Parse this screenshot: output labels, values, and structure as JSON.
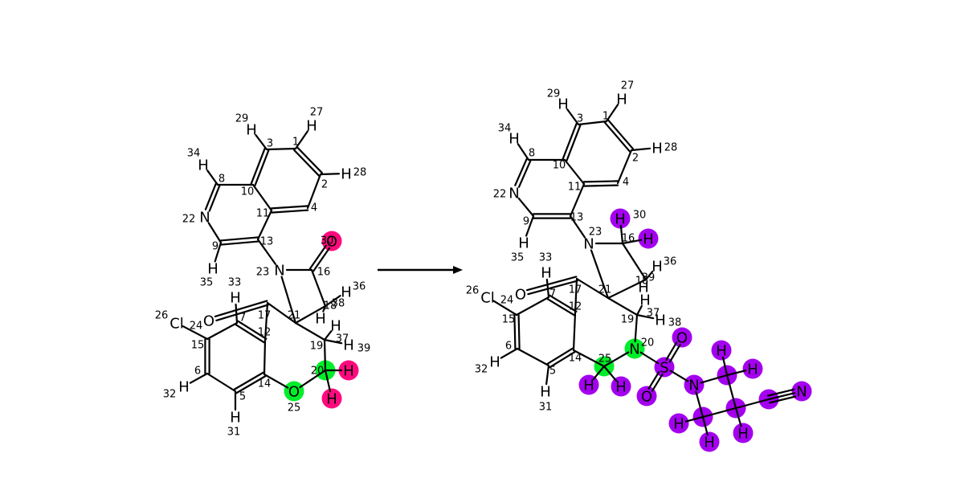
{
  "colors": {
    "bond": "#000000",
    "changed_atom": "#ff0a7e",
    "reaction_center": "#00ee2a",
    "added_group": "#a400f0",
    "arrow": "#000000",
    "background": "#ffffff"
  },
  "reaction": {
    "arrow_label": "",
    "reactant": {
      "atoms": [
        {
          "id": "c1",
          "symbol": "",
          "index": "1"
        },
        {
          "id": "c2",
          "symbol": "",
          "index": "2"
        },
        {
          "id": "c3",
          "symbol": "",
          "index": "3"
        },
        {
          "id": "c4",
          "symbol": "",
          "index": "4"
        },
        {
          "id": "c5",
          "symbol": "",
          "index": "5"
        },
        {
          "id": "c6",
          "symbol": "",
          "index": "6"
        },
        {
          "id": "c7",
          "symbol": "",
          "index": "7"
        },
        {
          "id": "c8",
          "symbol": "",
          "index": "8"
        },
        {
          "id": "c9",
          "symbol": "",
          "index": "9"
        },
        {
          "id": "c10",
          "symbol": "",
          "index": "10"
        },
        {
          "id": "c11",
          "symbol": "",
          "index": "11"
        },
        {
          "id": "c12",
          "symbol": "",
          "index": "12"
        },
        {
          "id": "c13",
          "symbol": "",
          "index": "13"
        },
        {
          "id": "c14",
          "symbol": "",
          "index": "14"
        },
        {
          "id": "c15",
          "symbol": "",
          "index": "15"
        },
        {
          "id": "c16",
          "symbol": "",
          "index": "16"
        },
        {
          "id": "c17",
          "symbol": "",
          "index": "17"
        },
        {
          "id": "c18",
          "symbol": "",
          "index": "18"
        },
        {
          "id": "c19",
          "symbol": "",
          "index": "19"
        },
        {
          "id": "c20",
          "symbol": "",
          "index": "20",
          "highlight": "reaction_center"
        },
        {
          "id": "c21",
          "symbol": "",
          "index": "21"
        },
        {
          "id": "n22",
          "symbol": "N",
          "index": "22"
        },
        {
          "id": "n23",
          "symbol": "N",
          "index": "23"
        },
        {
          "id": "cl24",
          "symbol": "Cl",
          "index": "24"
        },
        {
          "id": "o25",
          "symbol": "O",
          "index": "25",
          "highlight": "reaction_center"
        },
        {
          "id": "o26",
          "symbol": "O",
          "index": "26"
        },
        {
          "id": "h27",
          "symbol": "H",
          "index": "27"
        },
        {
          "id": "h28",
          "symbol": "H",
          "index": "28"
        },
        {
          "id": "h29",
          "symbol": "H",
          "index": "29"
        },
        {
          "id": "o30",
          "symbol": "O",
          "index": "30",
          "highlight": "changed_atom"
        },
        {
          "id": "h31",
          "symbol": "H",
          "index": "31"
        },
        {
          "id": "h32",
          "symbol": "H",
          "index": "32"
        },
        {
          "id": "h33",
          "symbol": "H",
          "index": "33"
        },
        {
          "id": "h34",
          "symbol": "H",
          "index": "34"
        },
        {
          "id": "h35",
          "symbol": "H",
          "index": "35"
        },
        {
          "id": "h36",
          "symbol": "H",
          "index": "36"
        },
        {
          "id": "h37",
          "symbol": "H",
          "index": "37"
        },
        {
          "id": "h38",
          "symbol": "H",
          "index": "38"
        },
        {
          "id": "h39",
          "symbol": "H",
          "index": "39"
        },
        {
          "id": "h20a",
          "symbol": "H",
          "index": "",
          "highlight": "changed_atom"
        },
        {
          "id": "h20b",
          "symbol": "H",
          "index": "",
          "highlight": "changed_atom"
        }
      ]
    },
    "product": {
      "atoms": [
        {
          "id": "c1",
          "symbol": "",
          "index": "1"
        },
        {
          "id": "c2",
          "symbol": "",
          "index": "2"
        },
        {
          "id": "c3",
          "symbol": "",
          "index": "3"
        },
        {
          "id": "c4",
          "symbol": "",
          "index": "4"
        },
        {
          "id": "c5",
          "symbol": "",
          "index": "5"
        },
        {
          "id": "c6",
          "symbol": "",
          "index": "6"
        },
        {
          "id": "c7",
          "symbol": "",
          "index": "7"
        },
        {
          "id": "c8",
          "symbol": "",
          "index": "8"
        },
        {
          "id": "c9",
          "symbol": "",
          "index": "9"
        },
        {
          "id": "c10",
          "symbol": "",
          "index": "10"
        },
        {
          "id": "c11",
          "symbol": "",
          "index": "11"
        },
        {
          "id": "c12",
          "symbol": "",
          "index": "12"
        },
        {
          "id": "c13",
          "symbol": "",
          "index": "13"
        },
        {
          "id": "c14",
          "symbol": "",
          "index": "14"
        },
        {
          "id": "c15",
          "symbol": "",
          "index": "15"
        },
        {
          "id": "c16",
          "symbol": "",
          "index": "16"
        },
        {
          "id": "c17",
          "symbol": "",
          "index": "17"
        },
        {
          "id": "c18",
          "symbol": "",
          "index": "18"
        },
        {
          "id": "c19",
          "symbol": "",
          "index": "19"
        },
        {
          "id": "n20",
          "symbol": "N",
          "index": "20",
          "highlight": "reaction_center"
        },
        {
          "id": "c21",
          "symbol": "",
          "index": "21"
        },
        {
          "id": "n22",
          "symbol": "N",
          "index": "22"
        },
        {
          "id": "n23",
          "symbol": "N",
          "index": "23"
        },
        {
          "id": "cl24",
          "symbol": "Cl",
          "index": "24"
        },
        {
          "id": "c25",
          "symbol": "",
          "index": "25",
          "highlight": "reaction_center"
        },
        {
          "id": "o26",
          "symbol": "O",
          "index": "26"
        },
        {
          "id": "h27",
          "symbol": "H",
          "index": "27"
        },
        {
          "id": "h28",
          "symbol": "H",
          "index": "28"
        },
        {
          "id": "h29",
          "symbol": "H",
          "index": "29"
        },
        {
          "id": "h30",
          "symbol": "H",
          "index": "30",
          "highlight": "added_group"
        },
        {
          "id": "h31",
          "symbol": "H",
          "index": "31"
        },
        {
          "id": "h32",
          "symbol": "H",
          "index": "32"
        },
        {
          "id": "h33",
          "symbol": "H",
          "index": "33"
        },
        {
          "id": "h34",
          "symbol": "H",
          "index": "34"
        },
        {
          "id": "h35",
          "symbol": "H",
          "index": "35"
        },
        {
          "id": "h36",
          "symbol": "H",
          "index": "36"
        },
        {
          "id": "h37",
          "symbol": "H",
          "index": "37"
        },
        {
          "id": "h38",
          "symbol": "H",
          "index": "38"
        },
        {
          "id": "h39",
          "symbol": "H",
          "index": "39"
        },
        {
          "id": "h16b",
          "symbol": "H",
          "index": "",
          "highlight": "added_group"
        },
        {
          "id": "h25a",
          "symbol": "H",
          "index": "",
          "highlight": "added_group"
        },
        {
          "id": "h25b",
          "symbol": "H",
          "index": "",
          "highlight": "added_group"
        },
        {
          "id": "s1",
          "symbol": "S",
          "index": "",
          "highlight": "added_group"
        },
        {
          "id": "os1",
          "symbol": "O",
          "index": "",
          "highlight": "added_group"
        },
        {
          "id": "os2",
          "symbol": "O",
          "index": "",
          "highlight": "added_group"
        },
        {
          "id": "na",
          "symbol": "N",
          "index": "",
          "highlight": "added_group"
        },
        {
          "id": "cx1",
          "symbol": "",
          "index": "",
          "highlight": "added_group"
        },
        {
          "id": "cx2",
          "symbol": "",
          "index": "",
          "highlight": "added_group"
        },
        {
          "id": "cx3",
          "symbol": "",
          "index": "",
          "highlight": "added_group"
        },
        {
          "id": "cn",
          "symbol": "",
          "index": "",
          "highlight": "added_group"
        },
        {
          "id": "nn",
          "symbol": "N",
          "index": "",
          "highlight": "added_group"
        },
        {
          "id": "ha1",
          "symbol": "H",
          "index": "",
          "highlight": "added_group"
        },
        {
          "id": "ha2",
          "symbol": "H",
          "index": "",
          "highlight": "added_group"
        },
        {
          "id": "hb1",
          "symbol": "H",
          "index": "",
          "highlight": "added_group"
        },
        {
          "id": "hb2",
          "symbol": "H",
          "index": "",
          "highlight": "added_group"
        },
        {
          "id": "hc1",
          "symbol": "H",
          "index": "",
          "highlight": "added_group"
        }
      ]
    }
  }
}
